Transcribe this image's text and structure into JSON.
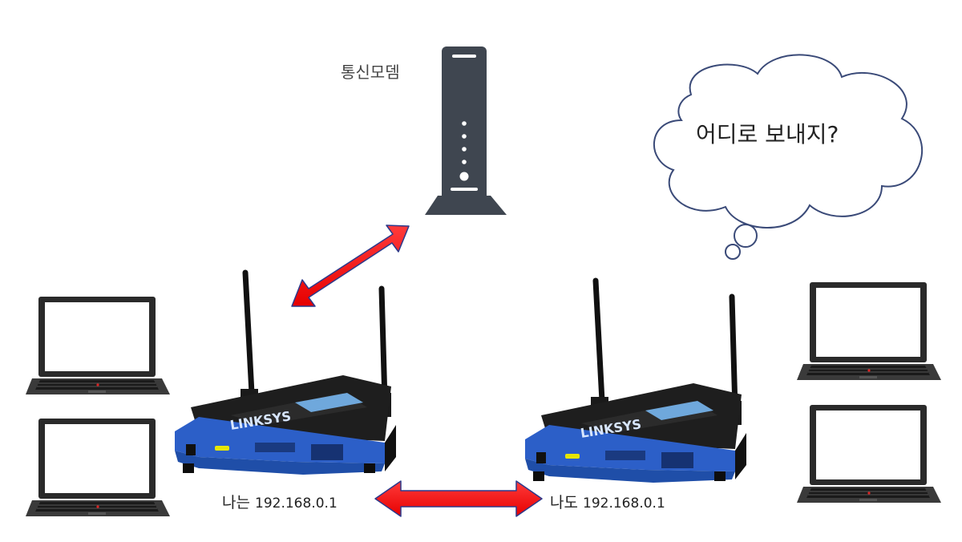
{
  "modem": {
    "label": "통신모뎀"
  },
  "router_left": {
    "prefix": "나는",
    "ip": "192.168.0.1"
  },
  "router_right": {
    "prefix": "나도",
    "ip": "192.168.0.1"
  },
  "thought": {
    "text": "어디로 보내지?"
  },
  "router_brand": "LINKSYS",
  "colors": {
    "arrow": "#ff1a1a",
    "arrow_outline": "#2b3a8c",
    "router_blue": "#2c5fc8",
    "router_black": "#1e1e1e",
    "modem": "#3f4650"
  }
}
